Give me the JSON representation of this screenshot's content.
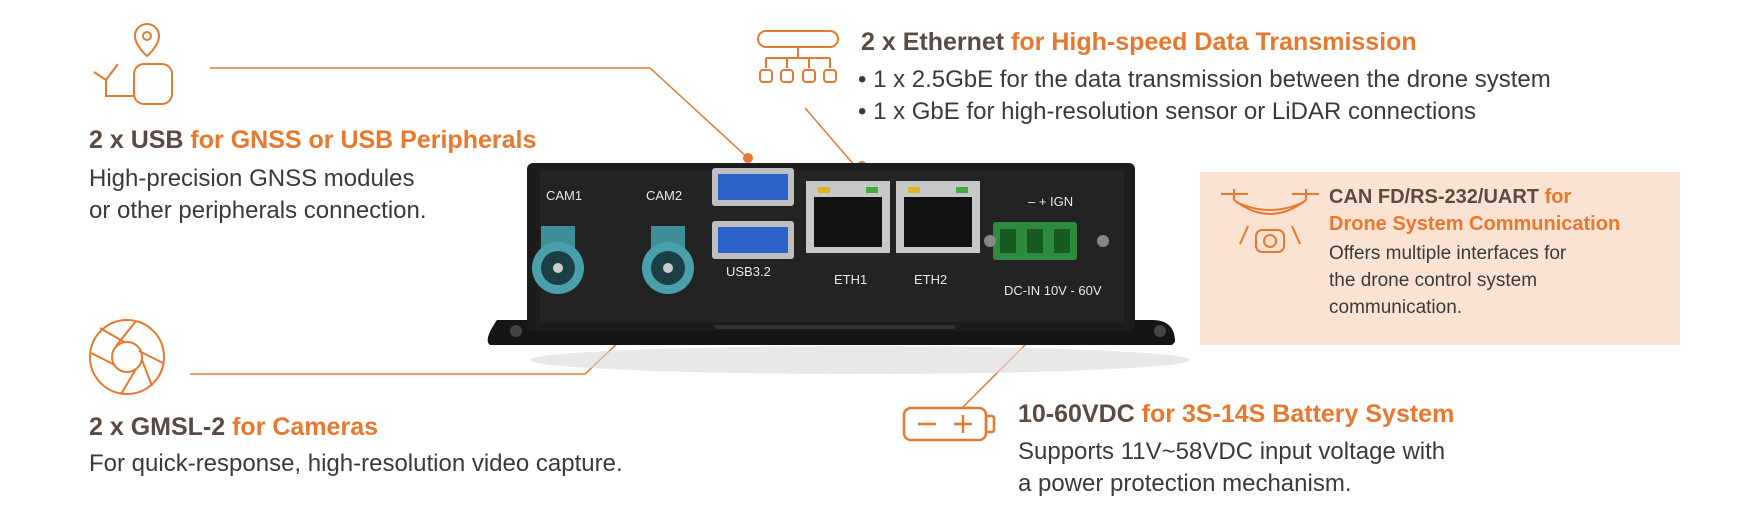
{
  "usb": {
    "title_bold": "2 x USB",
    "title_accent": " for GNSS or USB Peripherals",
    "desc_line1": "High-precision GNSS modules",
    "desc_line2": "or other peripherals connection."
  },
  "ethernet": {
    "title_bold": "2 x Ethernet",
    "title_accent": " for High-speed Data Transmission",
    "bullet1": "• 1 x 2.5GbE for the data transmission between the drone system",
    "bullet2": "• 1 x GbE for high-resolution sensor or LiDAR connections"
  },
  "can": {
    "title_bold": "CAN FD/RS-232/UART",
    "title_accent1": " for",
    "title_accent2": "Drone System Communication",
    "desc_line1": "Offers multiple interfaces for",
    "desc_line2": "the drone control system",
    "desc_line3": "communication."
  },
  "gmsl": {
    "title_bold": "2 x GMSL-2",
    "title_accent": " for Cameras",
    "desc": "For quick-response, high-resolution video capture."
  },
  "power": {
    "title_bold": "10-60VDC",
    "title_accent": " for 3S-14S Battery System",
    "desc_line1": "Supports 11V~58VDC input voltage with",
    "desc_line2": "a power protection mechanism."
  },
  "device_labels": {
    "cam1": "CAM1",
    "cam2": "CAM2",
    "usb": "USB3.2",
    "eth1": "ETH1",
    "eth2": "ETH2",
    "ign": "–  + IGN",
    "dcin": "DC-IN 10V - 60V"
  },
  "colors": {
    "accent": "#e8782d",
    "heading_dark": "#5a4a42",
    "can_box_bg": "#fbe3d3",
    "device_body": "#1c1c1c"
  },
  "icons": [
    "gnss-device-icon",
    "network-topology-icon",
    "camera-aperture-icon",
    "battery-icon",
    "drone-icon"
  ]
}
